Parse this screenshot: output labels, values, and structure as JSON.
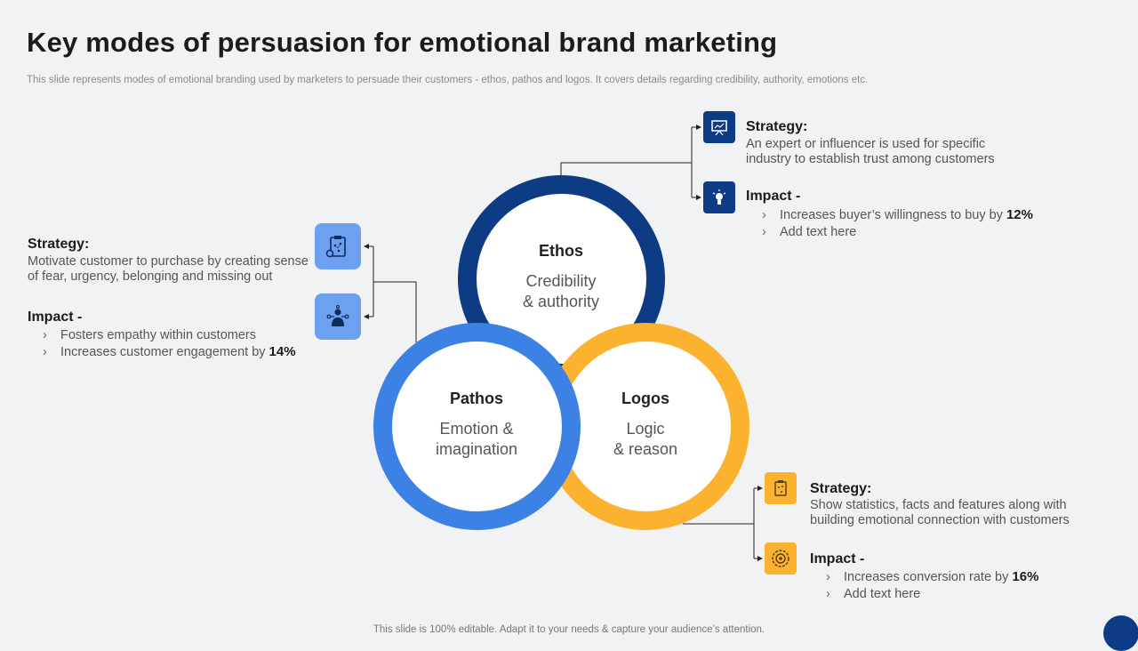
{
  "title": "Key modes of persuasion for emotional brand marketing",
  "subtitle": "This slide represents modes of emotional branding used by marketers to persuade their customers - ethos, pathos and logos. It covers details regarding credibility, authority, emotions etc.",
  "footer": "This slide is 100% editable. Adapt it to your needs & capture your audience’s attention.",
  "colors": {
    "dark_blue": "#0d3c85",
    "mid_blue": "#3b82e4",
    "light_blue": "#6da0ee",
    "yellow": "#fbb22e"
  },
  "circles": {
    "ethos": {
      "title": "Ethos",
      "line1": "Credibility",
      "line2": "& authority"
    },
    "pathos": {
      "title": "Pathos",
      "line1": "Emotion &",
      "line2": "imagination"
    },
    "logos": {
      "title": "Logos",
      "line1": "Logic",
      "line2": "& reason"
    }
  },
  "ethos_panel": {
    "strategy_head": "Strategy:",
    "strategy_line1": "An expert or influencer is used for specific",
    "strategy_line2": "industry to establish trust among customers",
    "impact_head": "Impact -",
    "impact_items": [
      {
        "text": "Increases buyer’s willingness to buy by ",
        "bold": "12%"
      },
      {
        "text": "Add text here",
        "bold": ""
      }
    ],
    "strategy_icon": "presentation-board-icon",
    "impact_icon": "lightbulb-icon"
  },
  "pathos_panel": {
    "strategy_head": "Strategy:",
    "strategy_line1": "Motivate customer to purchase by creating sense",
    "strategy_line2": "of fear, urgency, belonging and missing out",
    "impact_head": "Impact -",
    "impact_items": [
      {
        "text": "Fosters empathy within customers",
        "bold": ""
      },
      {
        "text": "Increases customer engagement by ",
        "bold": "14%"
      }
    ],
    "strategy_icon": "strategy-clipboard-icon",
    "impact_icon": "person-network-icon"
  },
  "logos_panel": {
    "strategy_head": "Strategy:",
    "strategy_line1": "Show statistics, facts and features along with",
    "strategy_line2": "building emotional connection with customers",
    "impact_head": "Impact -",
    "impact_items": [
      {
        "text": "Increases conversion rate by ",
        "bold": "16%"
      },
      {
        "text": "Add text here",
        "bold": ""
      }
    ],
    "strategy_icon": "strategy-clipboard-icon",
    "impact_icon": "target-gear-icon"
  }
}
